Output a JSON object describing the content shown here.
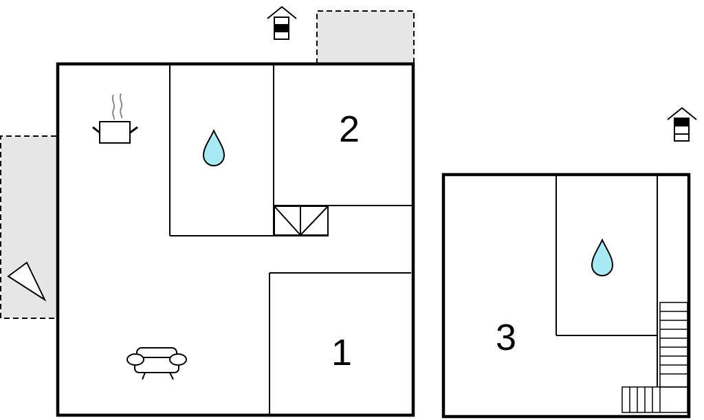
{
  "rooms": [
    {
      "label": "1"
    },
    {
      "label": "2"
    },
    {
      "label": "3"
    }
  ],
  "icons": {
    "kitchen": "cooking-pot-icon",
    "bathroom": "water-drop-icon",
    "living": "sofa-icon",
    "entrance": "house-entrance-icon",
    "fireplace": "triangle-icon",
    "stairs": "stairs-icon"
  },
  "colors": {
    "wall": "#000000",
    "terrace_fill": "#e6e6e6",
    "water_drop": "#a7e9f5"
  }
}
